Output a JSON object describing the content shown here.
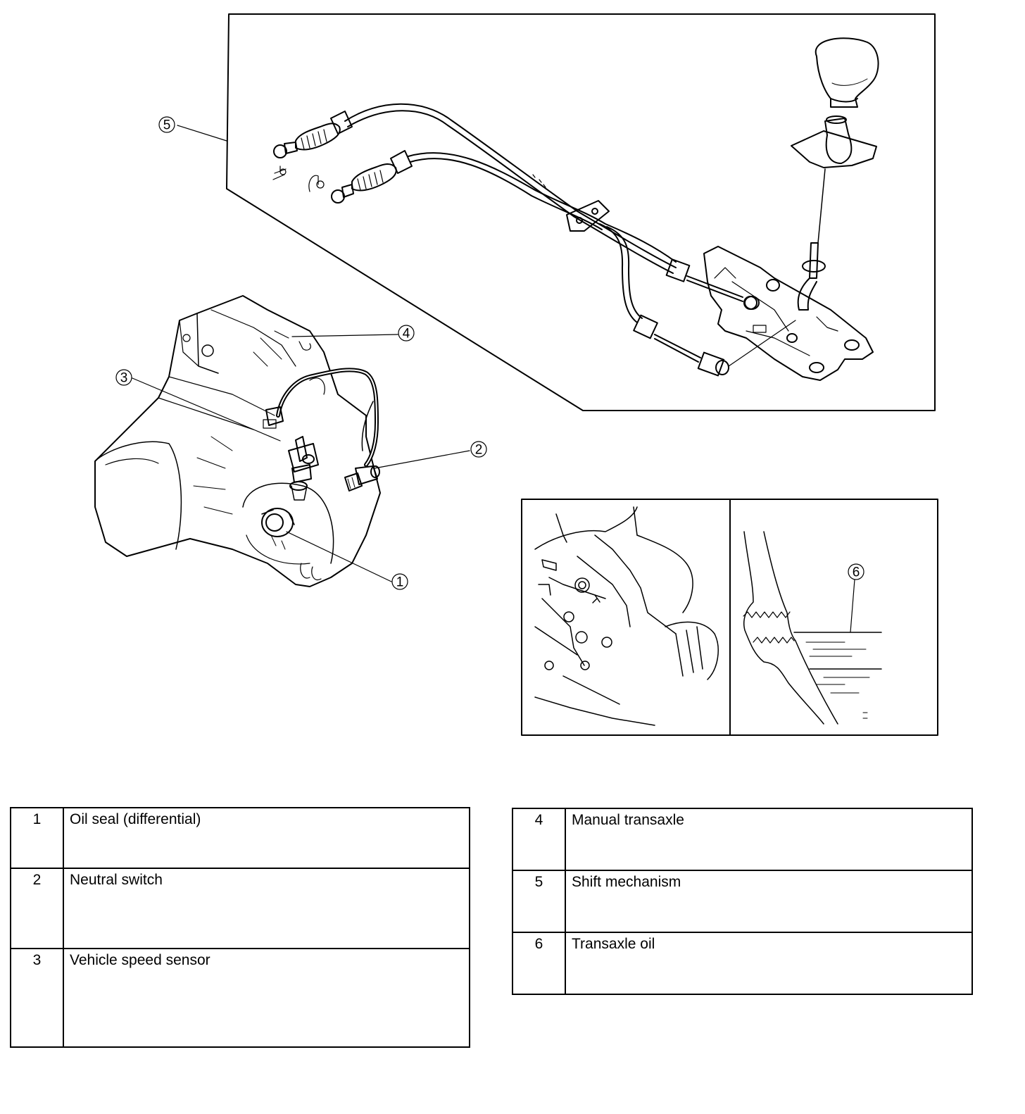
{
  "callouts": {
    "c1": "1",
    "c2": "2",
    "c3": "3",
    "c4": "4",
    "c5": "5",
    "c6": "6"
  },
  "legend_left": [
    {
      "num": "1",
      "label": "Oil seal (differential)"
    },
    {
      "num": "2",
      "label": "Neutral switch"
    },
    {
      "num": "3",
      "label": "Vehicle speed sensor"
    }
  ],
  "legend_right": [
    {
      "num": "4",
      "label": "Manual transaxle"
    },
    {
      "num": "5",
      "label": "Shift mechanism"
    },
    {
      "num": "6",
      "label": "Transaxle oil"
    }
  ]
}
